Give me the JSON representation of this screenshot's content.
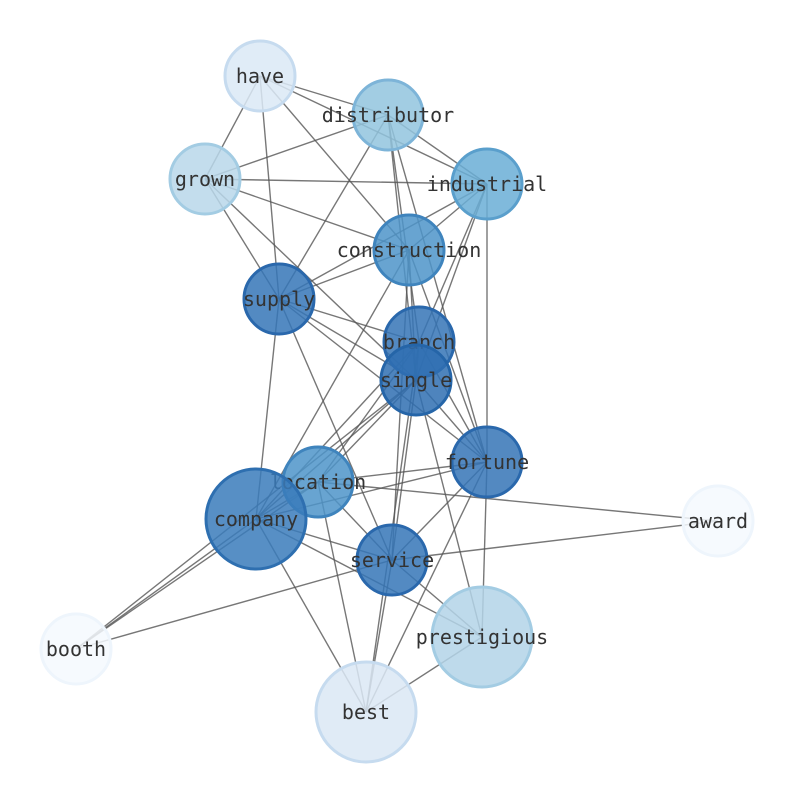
{
  "nodes": [
    {
      "id": "have",
      "label": "have",
      "color": "#dbe9f6",
      "stroke": "#c6dbef"
    },
    {
      "id": "distributor",
      "label": "distributor",
      "color": "#92c4de",
      "stroke": "#7db4d8"
    },
    {
      "id": "grown",
      "label": "grown",
      "color": "#b9d7ea",
      "stroke": "#a3cce3"
    },
    {
      "id": "industrial",
      "label": "industrial",
      "color": "#6aaed6",
      "stroke": "#5a9fcc"
    },
    {
      "id": "construction",
      "label": "construction",
      "color": "#4d94c9",
      "stroke": "#3f84bd"
    },
    {
      "id": "supply",
      "label": "supply",
      "color": "#3575b7",
      "stroke": "#2a68ac"
    },
    {
      "id": "branch",
      "label": "branch",
      "color": "#3574b6",
      "stroke": "#2a68ac"
    },
    {
      "id": "single",
      "label": "single",
      "color": "#2f6eb1",
      "stroke": "#2565a8"
    },
    {
      "id": "fortune",
      "label": "fortune",
      "color": "#3574b6",
      "stroke": "#2a68ac"
    },
    {
      "id": "location",
      "label": "location",
      "color": "#4d94c9",
      "stroke": "#3f84bd"
    },
    {
      "id": "company",
      "label": "company",
      "color": "#3a7bbb",
      "stroke": "#2e6fb0"
    },
    {
      "id": "award",
      "label": "award",
      "color": "#f4f9fe",
      "stroke": "#eef5fc"
    },
    {
      "id": "service",
      "label": "service",
      "color": "#3575b7",
      "stroke": "#2a68ac"
    },
    {
      "id": "booth",
      "label": "booth",
      "color": "#f4f9fe",
      "stroke": "#eef5fc"
    },
    {
      "id": "prestigious",
      "label": "prestigious",
      "color": "#b3d4e8",
      "stroke": "#a3cce3"
    },
    {
      "id": "best",
      "label": "best",
      "color": "#dae8f5",
      "stroke": "#c6dbef"
    }
  ],
  "edges": [
    [
      "have",
      "distributor"
    ],
    [
      "have",
      "industrial"
    ],
    [
      "have",
      "grown"
    ],
    [
      "have",
      "supply"
    ],
    [
      "have",
      "construction"
    ],
    [
      "distributor",
      "grown"
    ],
    [
      "distributor",
      "industrial"
    ],
    [
      "distributor",
      "supply"
    ],
    [
      "distributor",
      "branch"
    ],
    [
      "distributor",
      "single"
    ],
    [
      "distributor",
      "fortune"
    ],
    [
      "grown",
      "industrial"
    ],
    [
      "grown",
      "construction"
    ],
    [
      "grown",
      "supply"
    ],
    [
      "grown",
      "single"
    ],
    [
      "industrial",
      "construction"
    ],
    [
      "industrial",
      "supply"
    ],
    [
      "industrial",
      "branch"
    ],
    [
      "industrial",
      "single"
    ],
    [
      "industrial",
      "fortune"
    ],
    [
      "construction",
      "supply"
    ],
    [
      "construction",
      "single"
    ],
    [
      "construction",
      "fortune"
    ],
    [
      "construction",
      "company"
    ],
    [
      "construction",
      "service"
    ],
    [
      "supply",
      "branch"
    ],
    [
      "supply",
      "single"
    ],
    [
      "supply",
      "fortune"
    ],
    [
      "supply",
      "company"
    ],
    [
      "supply",
      "service"
    ],
    [
      "branch",
      "single"
    ],
    [
      "branch",
      "fortune"
    ],
    [
      "branch",
      "location"
    ],
    [
      "branch",
      "company"
    ],
    [
      "branch",
      "best"
    ],
    [
      "single",
      "fortune"
    ],
    [
      "single",
      "location"
    ],
    [
      "single",
      "company"
    ],
    [
      "single",
      "service"
    ],
    [
      "single",
      "prestigious"
    ],
    [
      "single",
      "booth"
    ],
    [
      "fortune",
      "location"
    ],
    [
      "fortune",
      "company"
    ],
    [
      "fortune",
      "service"
    ],
    [
      "fortune",
      "prestigious"
    ],
    [
      "fortune",
      "best"
    ],
    [
      "location",
      "award"
    ],
    [
      "location",
      "company"
    ],
    [
      "location",
      "service"
    ],
    [
      "location",
      "best"
    ],
    [
      "location",
      "booth"
    ],
    [
      "company",
      "service"
    ],
    [
      "company",
      "prestigious"
    ],
    [
      "company",
      "best"
    ],
    [
      "company",
      "booth"
    ],
    [
      "service",
      "award"
    ],
    [
      "service",
      "booth"
    ],
    [
      "service",
      "prestigious"
    ],
    [
      "service",
      "best"
    ],
    [
      "prestigious",
      "best"
    ]
  ]
}
